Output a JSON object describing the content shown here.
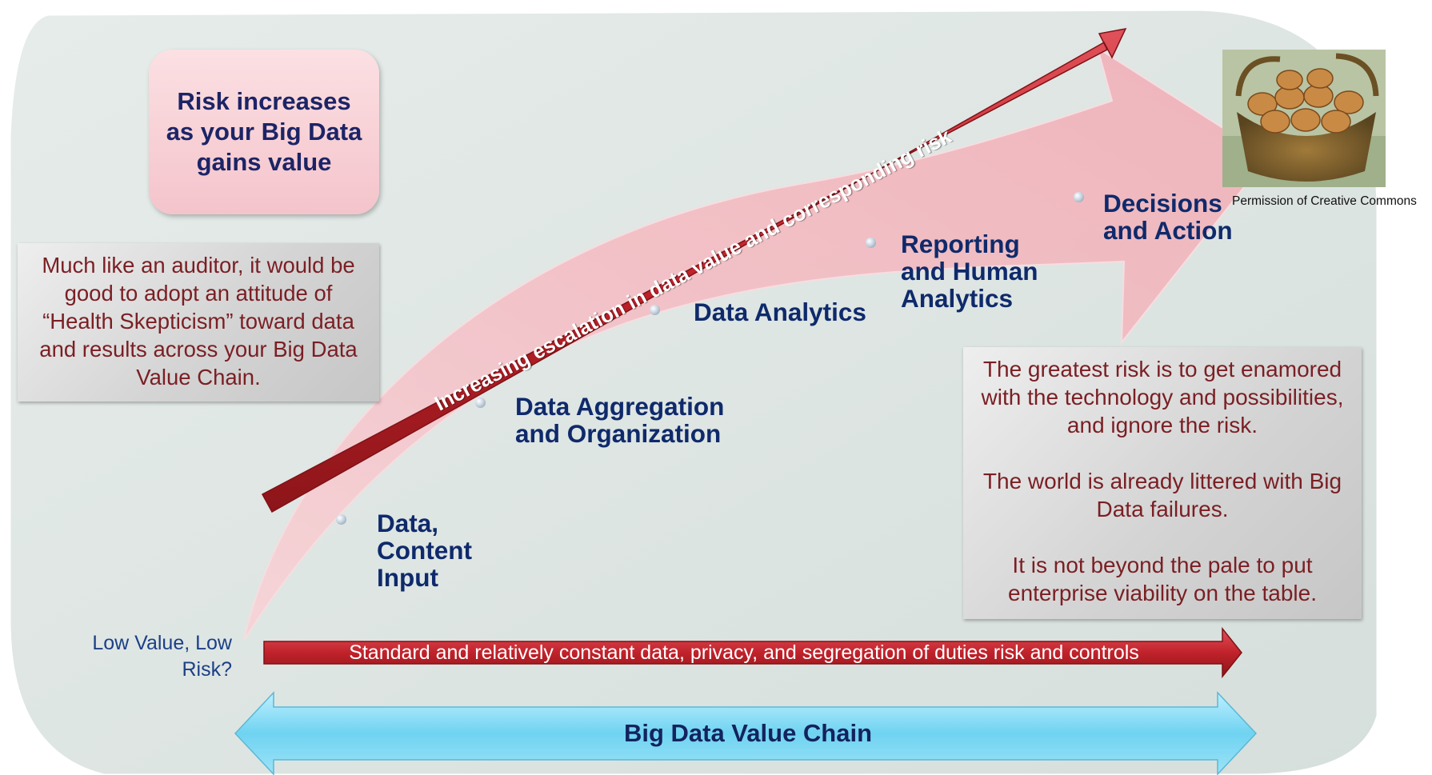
{
  "risk_callout": "Risk increases as your Big Data gains value",
  "auditor_note": "Much like an auditor, it would be good to adopt an attitude of “Health Skepticism” toward data and results across your Big Data Value Chain.",
  "escalation_arrow_label": "Increasing escalation in data value and corresponding risk",
  "stages": [
    {
      "label": "Data, Content Input"
    },
    {
      "label": "Data Aggregation and Organization"
    },
    {
      "label": "Data Analytics"
    },
    {
      "label": "Reporting and Human Analytics"
    },
    {
      "label": "Decisions and Action"
    }
  ],
  "image_caption": "Permission of Creative Commons",
  "greatest_risk": [
    "The greatest risk is to get enamored with the technology and possibilities, and ignore the risk.",
    "The world is already littered with Big Data failures.",
    "It is not beyond the pale to put enterprise viability on the table."
  ],
  "low_value_label": "Low Value, Low Risk?",
  "controls_band_label": "Standard and relatively constant data, privacy, and segregation of duties risk and controls",
  "value_chain_label": "Big Data Value Chain",
  "colors": {
    "panel_bg": "#dde5e2",
    "pink_arrow": "#f1b9c0",
    "red_arrow": "#c0262e",
    "blue_arrow": "#6fd3f1",
    "stage_text": "#0f2a6b",
    "note_text": "#7a1f24"
  },
  "icons": {
    "basket": "basket-of-eggs-on-money-icon"
  }
}
